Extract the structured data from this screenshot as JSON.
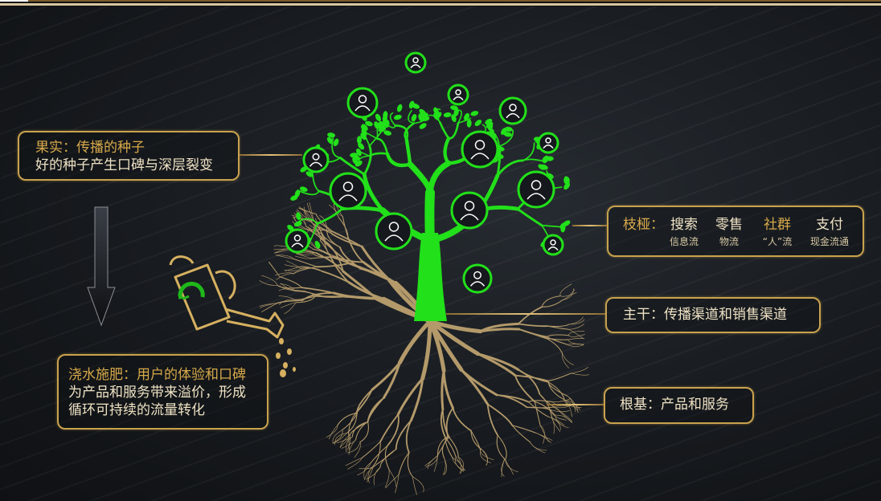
{
  "fruit": {
    "title": "果实：传播的种子",
    "text": "好的种子产生口碑与深层裂变"
  },
  "branches": {
    "label": "枝桠：",
    "items": [
      {
        "name": "搜索",
        "sub": "信息流"
      },
      {
        "name": "零售",
        "sub": "物流"
      },
      {
        "name": "社群",
        "sub": "“人”流"
      },
      {
        "name": "支付",
        "sub": "现金流通"
      }
    ]
  },
  "trunk": {
    "text": "主干：传播渠道和销售渠道"
  },
  "roots": {
    "text": "根基：产品和服务"
  },
  "watering": {
    "line1": "浇水施肥：用户的体验和口碑",
    "line2": "为产品和服务带来溢价，形成",
    "line3": "循环可持续的流量转化"
  },
  "colors": {
    "gold": "#c9a24e",
    "tree": "#22e01a",
    "roots": "#b49a6a",
    "background": "#15181c"
  },
  "icons": [
    "user-group-icon",
    "watering-can-icon",
    "down-arrow-icon",
    "tree-icon"
  ]
}
